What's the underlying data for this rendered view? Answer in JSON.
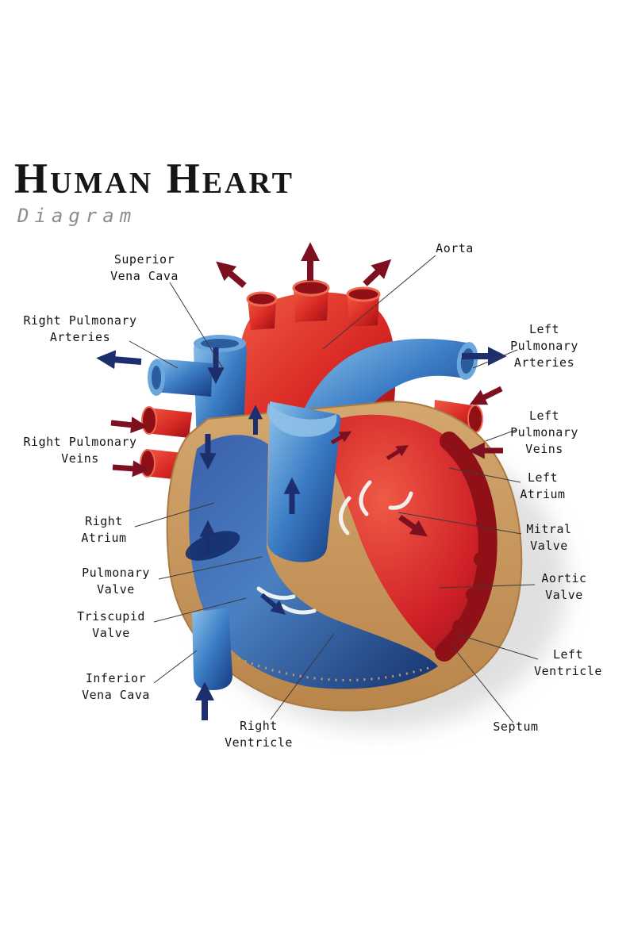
{
  "header": {
    "title": "Human Heart",
    "subtitle": "Diagram"
  },
  "labels": {
    "superior_vena_cava": "Superior\nVena Cava",
    "aorta": "Aorta",
    "right_pulmonary_arteries": "Right Pulmonary\nArteries",
    "left_pulmonary_arteries": "Left Pulmonary\nArteries",
    "right_pulmonary_veins": "Right Pulmonary\nVeins",
    "left_pulmonary_veins": "Left Pulmonary\nVeins",
    "left_atrium": "Left\nAtrium",
    "right_atrium": "Right\nAtrium",
    "mitral_valve": "Mitral\nValve",
    "pulmonary_valve": "Pulmonary\nValve",
    "aortic_valve": "Aortic\nValve",
    "triscupid_valve": "Triscupid\nValve",
    "left_ventricle": "Left\nVentricle",
    "inferior_vena_cava": "Inferior\nVena Cava",
    "right_ventricle": "Right\nVentricle",
    "septum": "Septum"
  },
  "colors": {
    "artery_red": "#d92a25",
    "dark_red": "#8f1117",
    "vein_blue": "#3a7cc4",
    "navy_arrow": "#1d2e6e",
    "maroon_arrow": "#7d1020",
    "myocardium_tan": "#c99a62",
    "subtitle_gray": "#8d8d8d",
    "label_black": "#151515"
  }
}
